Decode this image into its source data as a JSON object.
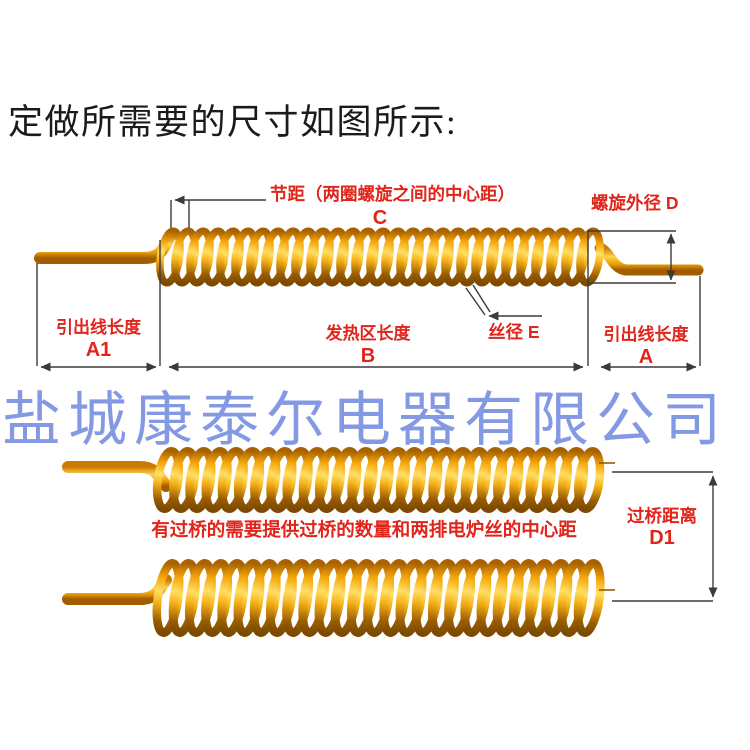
{
  "page": {
    "title_note": "定做所需要的尺寸如图所示:"
  },
  "watermark": {
    "text": "盐城康泰尔电器有限公司",
    "color": "#7b92e3"
  },
  "top_diagram": {
    "pitch_label": "节距（两圈螺旋之间的中心距）",
    "pitch_letter": "C",
    "outer_diameter_label": "螺旋外径 D",
    "lead_left_label": "引出线长度",
    "lead_left_letter": "A1",
    "heating_zone_label": "发热区长度",
    "heating_zone_letter": "B",
    "wire_diameter_label": "丝径 E",
    "lead_right_label": "引出线长度",
    "lead_right_letter": "A"
  },
  "bottom_diagram": {
    "bridge_note": "有过桥的需要提供过桥的数量和两排电炉丝的中心距",
    "bridge_distance_label": "过桥距离",
    "bridge_distance_letter": "D1"
  },
  "colors": {
    "label_red": "#e1251b",
    "coil_highlight": "#ffe27a",
    "coil_yellow": "#ffd84e",
    "coil_orange": "#f09b00",
    "coil_shadow": "#7c4a00",
    "watermark_blue": "#7b92e3",
    "measure_line": "#3b3b3b"
  }
}
